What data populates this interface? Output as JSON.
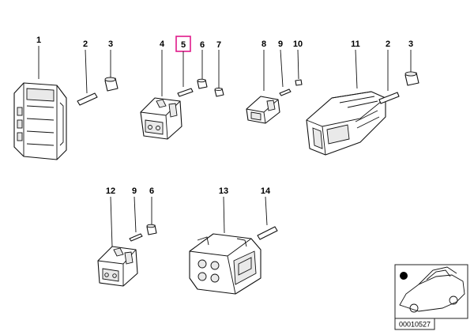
{
  "diagram": {
    "callouts": [
      {
        "id": "c1",
        "label": "1"
      },
      {
        "id": "c2a",
        "label": "2"
      },
      {
        "id": "c3a",
        "label": "3"
      },
      {
        "id": "c4",
        "label": "4"
      },
      {
        "id": "c5",
        "label": "5",
        "highlight": true,
        "highlight_color": "#e0198a"
      },
      {
        "id": "c6a",
        "label": "6"
      },
      {
        "id": "c7",
        "label": "7"
      },
      {
        "id": "c8",
        "label": "8"
      },
      {
        "id": "c9a",
        "label": "9"
      },
      {
        "id": "c10",
        "label": "10"
      },
      {
        "id": "c11",
        "label": "11"
      },
      {
        "id": "c2b",
        "label": "2"
      },
      {
        "id": "c3b",
        "label": "3"
      },
      {
        "id": "c12",
        "label": "12"
      },
      {
        "id": "c9b",
        "label": "9"
      },
      {
        "id": "c6b",
        "label": "6"
      },
      {
        "id": "c13",
        "label": "13"
      },
      {
        "id": "c14",
        "label": "14"
      }
    ],
    "reference": {
      "code": "00010527",
      "icon": "car-silhouette-icon",
      "marker": "black-dot-marker"
    }
  }
}
